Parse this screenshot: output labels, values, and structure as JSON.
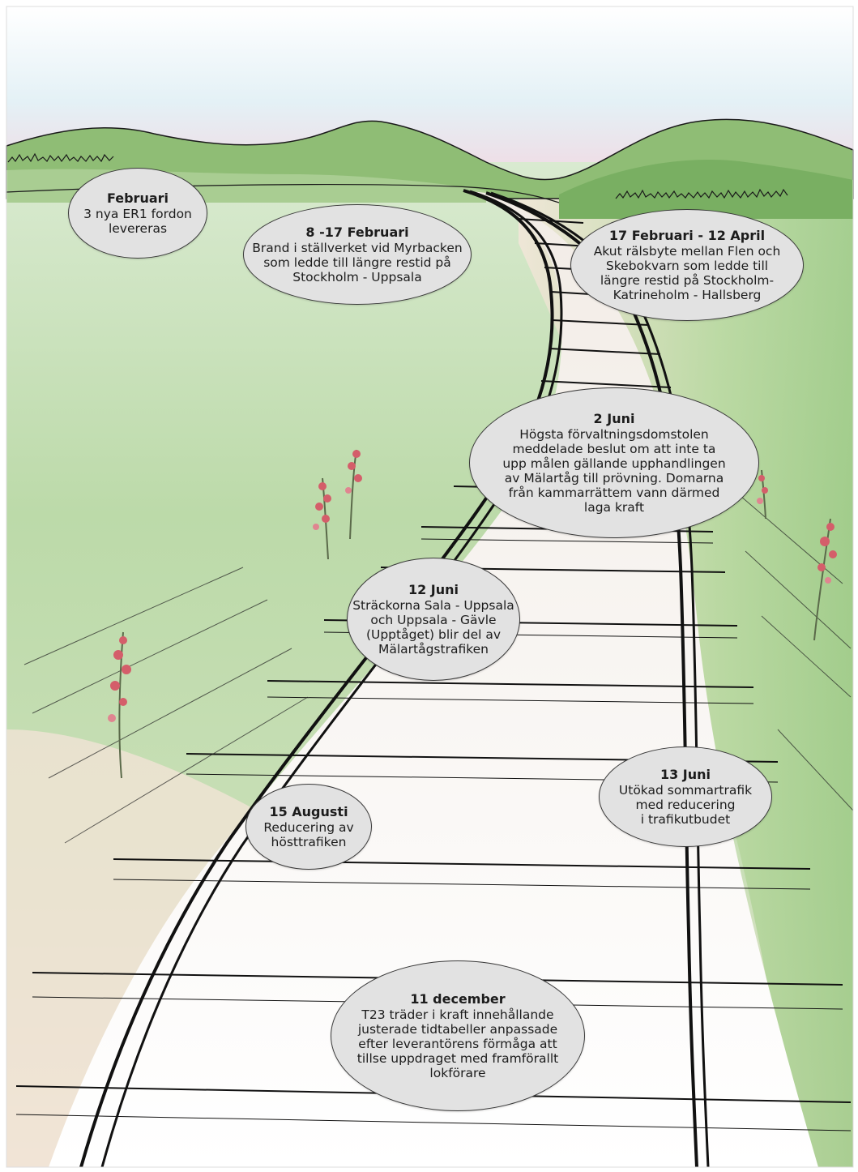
{
  "colors": {
    "sky_top": "#ffffff",
    "sky_blue": "#d6ecf3",
    "sky_pink": "#f2d7e0",
    "hills": "#86b870",
    "meadow": "#b8d8a4",
    "sand": "#f3e3d3",
    "ink": "#111111",
    "bubble_fill": "#e2e2e2",
    "flower": "#d45e6a"
  },
  "events": [
    {
      "title": "Februari",
      "text": "3 nya ER1 fordon\nlevereras"
    },
    {
      "title": "8 -17  Februari",
      "text": "Brand i ställverket vid Myrbacken\nsom ledde till längre restid på\nStockholm - Uppsala"
    },
    {
      "title": "17 Februari - 12 April",
      "text": "Akut rälsbyte mellan Flen och\nSkebokvarn som ledde till\nlängre restid på Stockholm-\nKatrineholm - Hallsberg"
    },
    {
      "title": "2 Juni",
      "text": "Högsta förvaltningsdomstolen\nmeddelade beslut om att inte ta\nupp målen gällande upphandlingen\nav Mälartåg till prövning. Domarna\nfrån kammarrättem vann därmed\nlaga kraft"
    },
    {
      "title": "12 Juni",
      "text": "Sträckorna Sala - Uppsala\noch Uppsala - Gävle\n(Upptåget) blir del av\nMälartågstrafiken"
    },
    {
      "title": "13 Juni",
      "text": "Utökad sommartrafik\nmed reducering\ni trafikutbudet"
    },
    {
      "title": "15 Augusti",
      "text": "Reducering av\nhösttrafiken"
    },
    {
      "title": "11 december",
      "text": "T23 träder i kraft innehållande\njusterade tidtabeller anpassade\nefter leverantörens förmåga att\ntillse uppdraget med framförallt\nlokförare"
    }
  ]
}
